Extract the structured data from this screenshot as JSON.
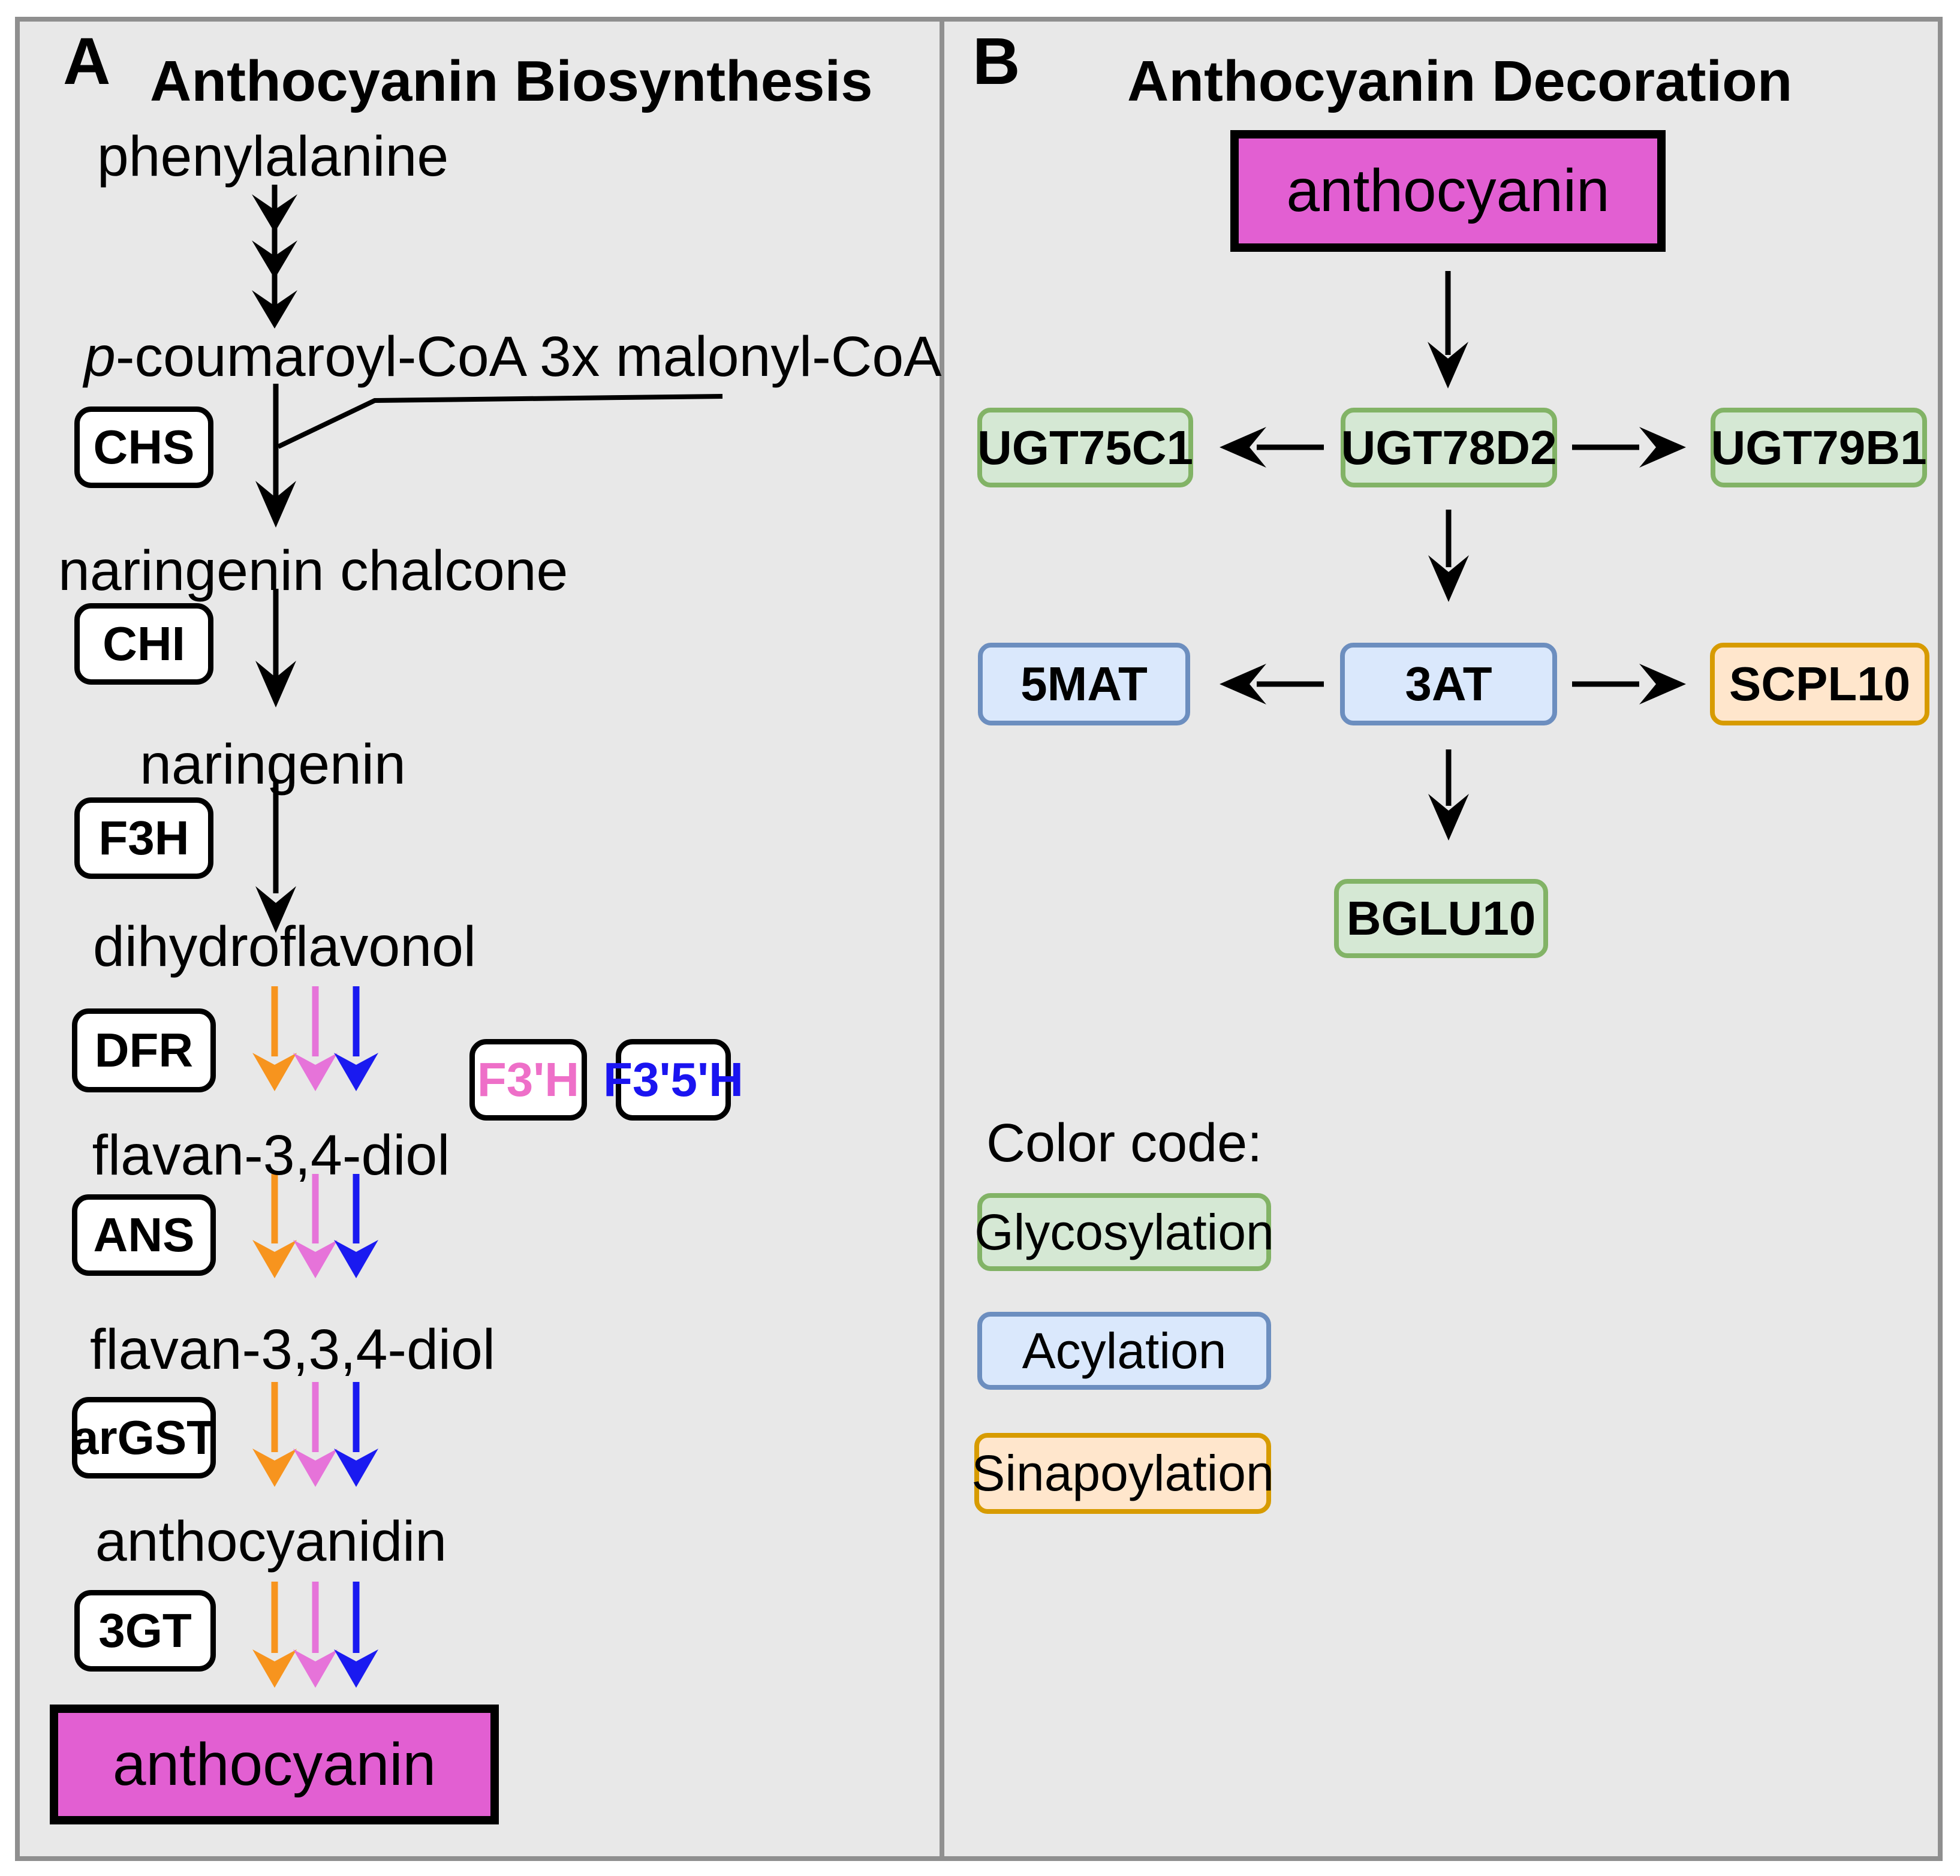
{
  "colors": {
    "panel_background": "#E8E8E8",
    "frame_gray": "#8F8F8F",
    "magenta_box_fill": "#E25FD2",
    "green_fill": "#D5E8D4",
    "green_stroke": "#82B366",
    "blue_fill": "#DAE8FC",
    "blue_stroke": "#6C8EBF",
    "orange_fill": "#FFE6CC",
    "orange_stroke": "#D79B00",
    "arrow_orange": "#F7941E",
    "arrow_pink": "#E673D9",
    "arrow_blue": "#1A1AF0",
    "f3ph_text_pink": "#EE6FC8",
    "f3p5ph_text_blue": "#1A14F0"
  },
  "panelA": {
    "label": "A",
    "title": "Anthocyanin Biosynthesis",
    "metabolites": {
      "phenylalanine": "phenylalanine",
      "pcoumaroyl_italic": "p",
      "pcoumaroyl_rest": "-coumaroyl-CoA",
      "malonyl": "3x malonyl-CoA",
      "naringenin_chalcone": "naringenin chalcone",
      "naringenin": "naringenin",
      "dihydroflavonol": "dihydroflavonol",
      "flavan34diol": "flavan-3,4-diol",
      "flavan334diol": "flavan-3,3,4-diol",
      "anthocyanidin": "anthocyanidin",
      "anthocyanin": "anthocyanin"
    },
    "enzymes": {
      "chs": "CHS",
      "chi": "CHI",
      "f3h": "F3H",
      "dfr": "DFR",
      "f3ph": "F3'H",
      "f3p5ph": "F3'5'H",
      "ans": "ANS",
      "argst": "arGST",
      "threegt": "3GT"
    }
  },
  "panelB": {
    "label": "B",
    "title": "Anthocyanin Decoration",
    "anthocyanin": "anthocyanin",
    "genes": {
      "ugt75c1": "UGT75C1",
      "ugt78d2": "UGT78D2",
      "ugt79b1": "UGT79B1",
      "mat5": "5MAT",
      "at3": "3AT",
      "scpl10": "SCPL10",
      "bglu10": "BGLU10"
    },
    "legend": {
      "heading": "Color code:",
      "glycosylation": "Glycosylation",
      "acylation": "Acylation",
      "sinapoylation": "Sinapoylation"
    }
  }
}
